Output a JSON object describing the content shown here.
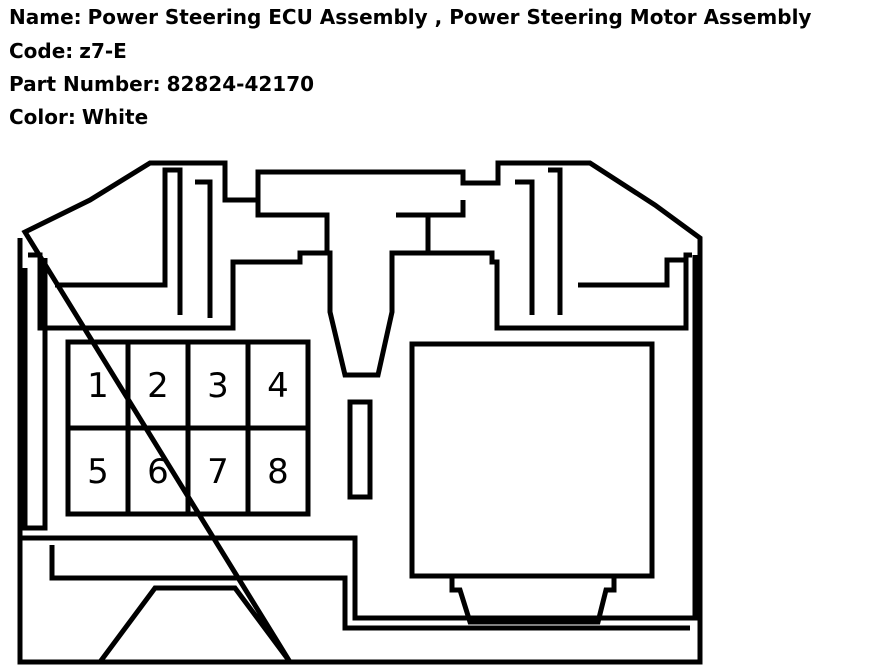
{
  "header": {
    "name_label": "Name:",
    "name_value": "Power Steering ECU Assembly , Power Steering Motor Assembly",
    "code_label": "Code:",
    "code_value": "z7-E",
    "part_label": "Part Number:",
    "part_value": "82824-42170",
    "color_label": "Color:",
    "color_value": "White"
  },
  "connector": {
    "pins": [
      "1",
      "2",
      "3",
      "4",
      "5",
      "6",
      "7",
      "8"
    ]
  },
  "colors": {
    "line": "#000000",
    "background": "#ffffff"
  }
}
